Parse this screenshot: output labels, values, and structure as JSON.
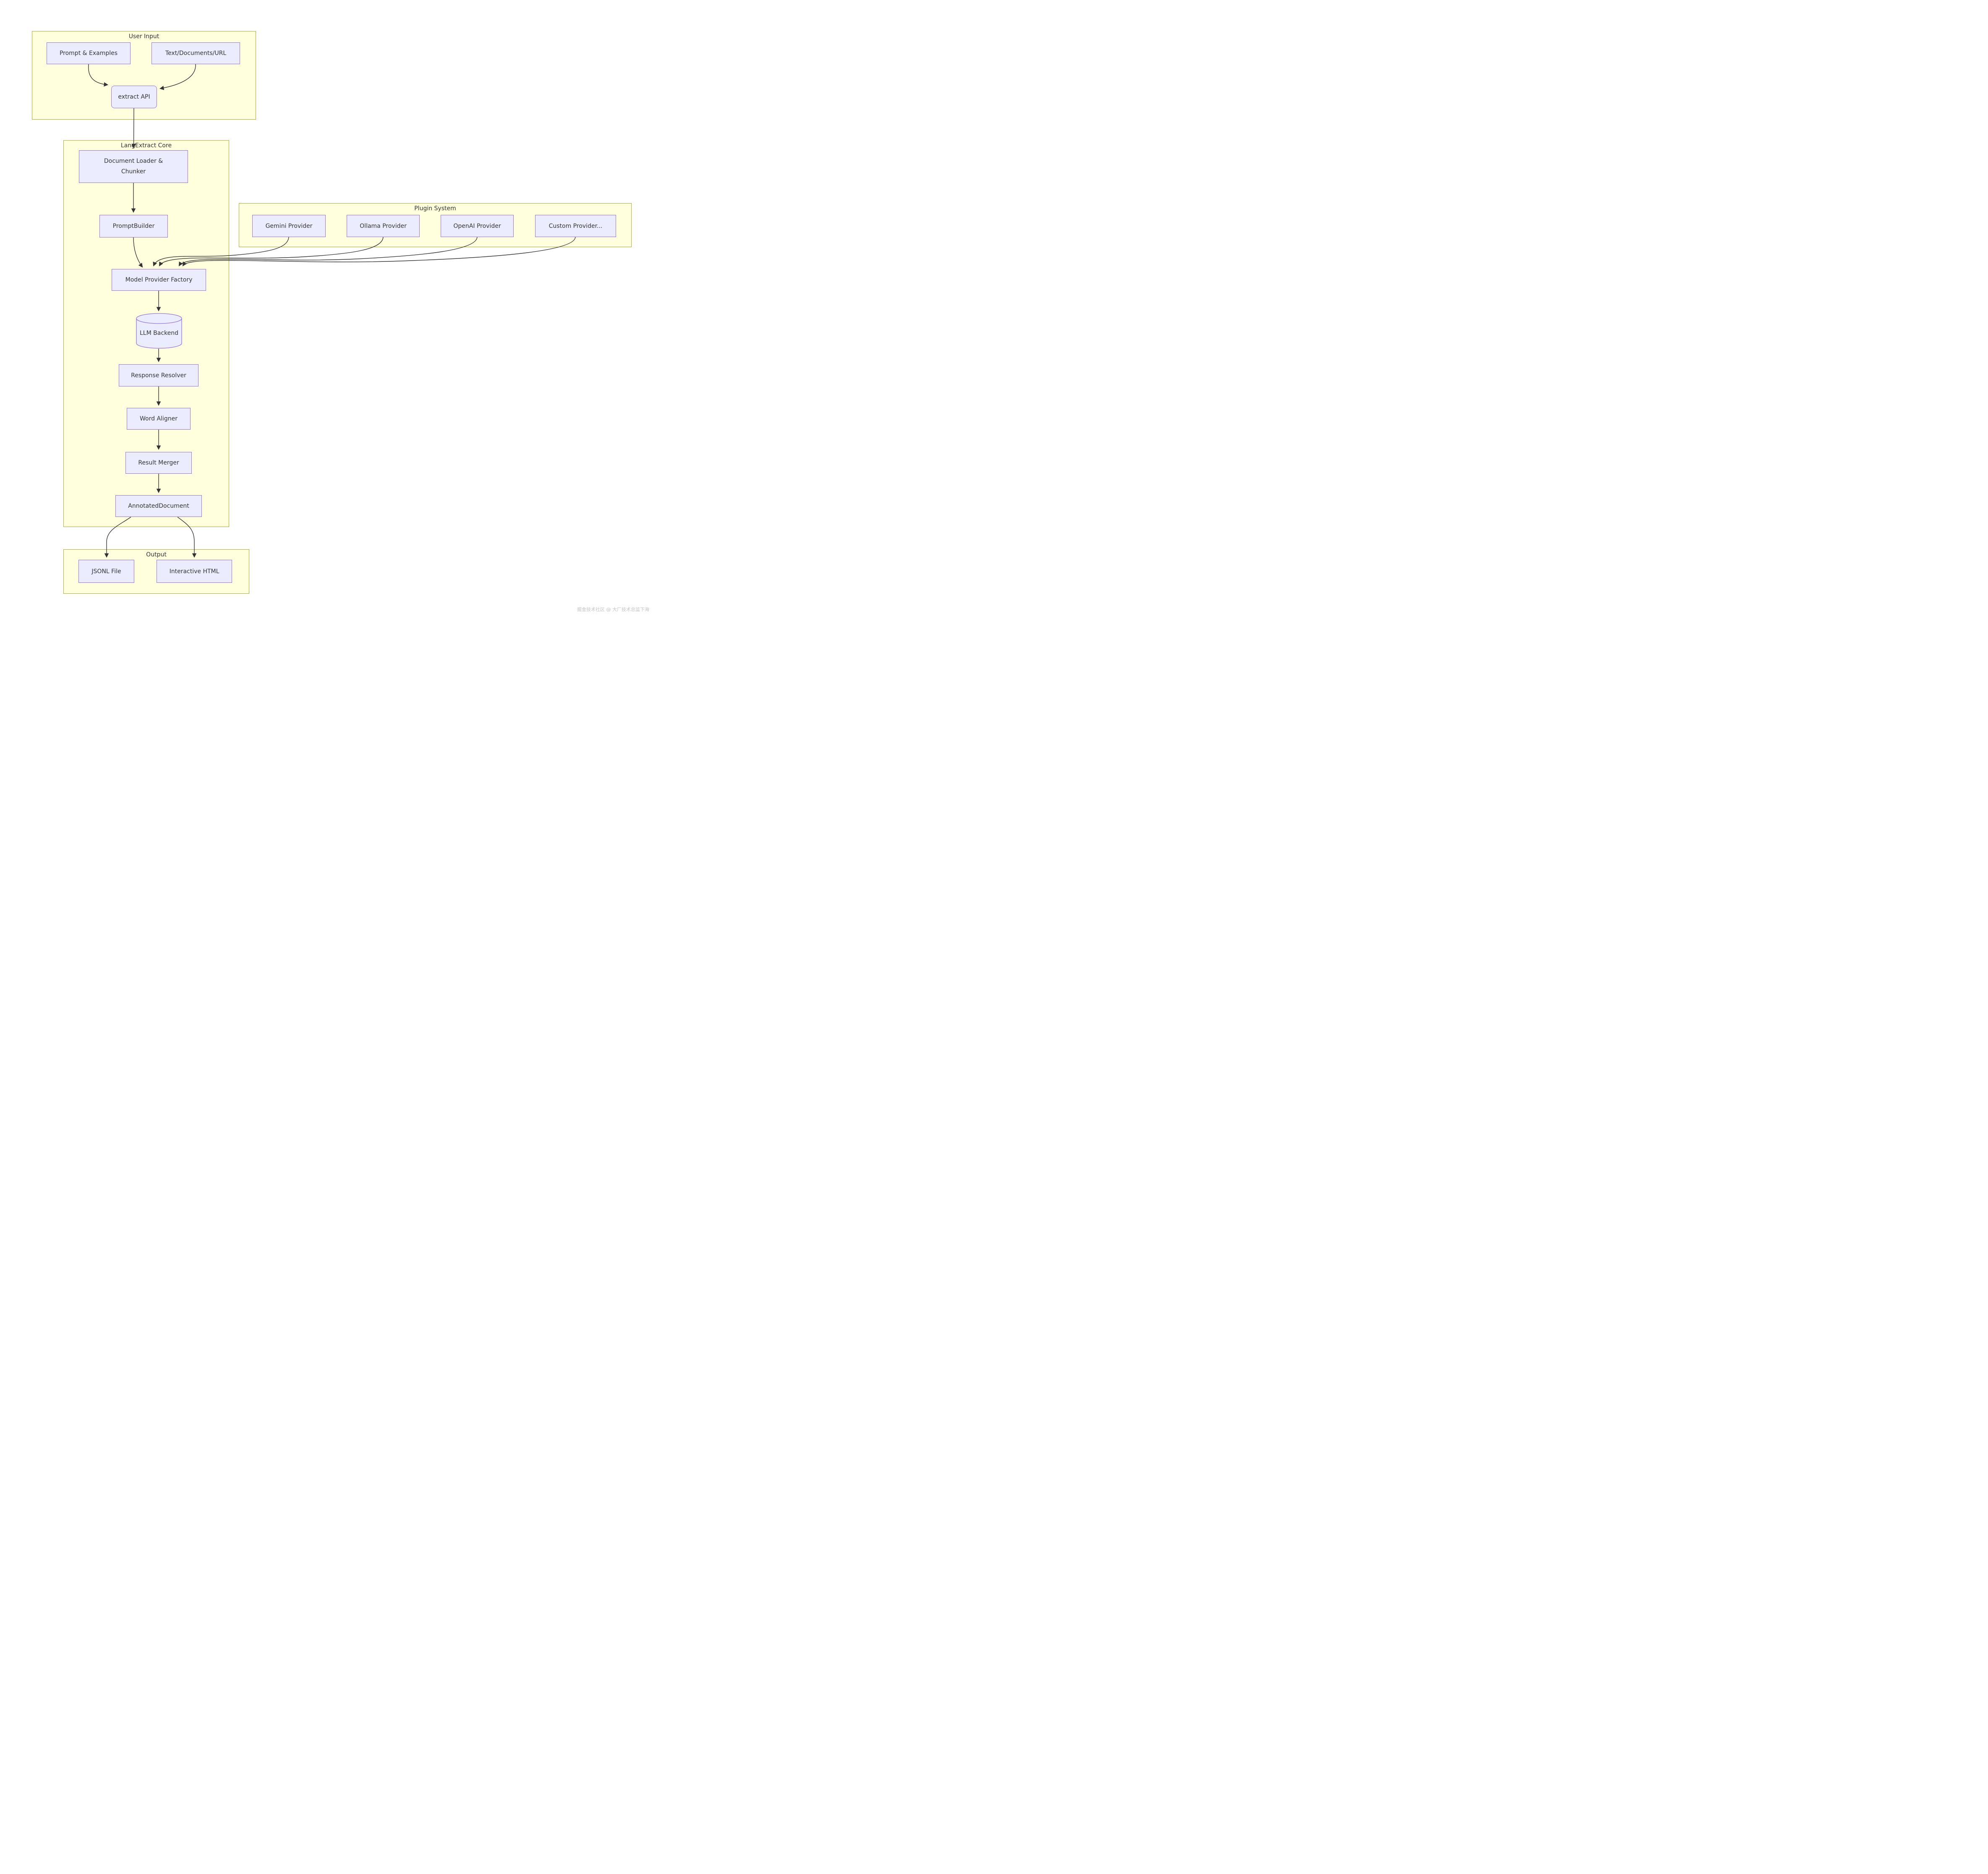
{
  "diagram": {
    "groups": {
      "user_input": {
        "title": "User Input"
      },
      "langextract_core": {
        "title": "LangExtract Core"
      },
      "plugin_system": {
        "title": "Plugin System"
      },
      "output": {
        "title": "Output"
      }
    },
    "nodes": {
      "prompt_examples": {
        "label": "Prompt & Examples"
      },
      "text_documents_url": {
        "label": "Text/Documents/URL"
      },
      "extract_api": {
        "label": "extract API"
      },
      "document_loader": {
        "line1": "Document Loader &",
        "line2": "Chunker"
      },
      "promptbuilder": {
        "label": "PromptBuilder"
      },
      "gemini_provider": {
        "label": "Gemini Provider"
      },
      "ollama_provider": {
        "label": "Ollama Provider"
      },
      "openai_provider": {
        "label": "OpenAI Provider"
      },
      "custom_provider": {
        "label": "Custom Provider..."
      },
      "model_provider_factory": {
        "label": "Model Provider Factory"
      },
      "llm_backend": {
        "label": "LLM Backend"
      },
      "response_resolver": {
        "label": "Response Resolver"
      },
      "word_aligner": {
        "label": "Word Aligner"
      },
      "result_merger": {
        "label": "Result Merger"
      },
      "annotated_document": {
        "label": "AnnotatedDocument"
      },
      "jsonl_file": {
        "label": "JSONL File"
      },
      "interactive_html": {
        "label": "Interactive HTML"
      }
    },
    "edges": [
      [
        "prompt_examples",
        "extract_api"
      ],
      [
        "text_documents_url",
        "extract_api"
      ],
      [
        "extract_api",
        "document_loader"
      ],
      [
        "document_loader",
        "promptbuilder"
      ],
      [
        "promptbuilder",
        "model_provider_factory"
      ],
      [
        "gemini_provider",
        "model_provider_factory"
      ],
      [
        "ollama_provider",
        "model_provider_factory"
      ],
      [
        "openai_provider",
        "model_provider_factory"
      ],
      [
        "custom_provider",
        "model_provider_factory"
      ],
      [
        "model_provider_factory",
        "llm_backend"
      ],
      [
        "llm_backend",
        "response_resolver"
      ],
      [
        "response_resolver",
        "word_aligner"
      ],
      [
        "word_aligner",
        "result_merger"
      ],
      [
        "result_merger",
        "annotated_document"
      ],
      [
        "annotated_document",
        "jsonl_file"
      ],
      [
        "annotated_document",
        "interactive_html"
      ]
    ],
    "colors": {
      "group_fill": "#ffffde",
      "group_border": "#aaaa33",
      "node_fill": "#ececff",
      "node_border": "#9370db",
      "edge": "#333333",
      "text": "#333333",
      "watermark": "#c4c4c4"
    },
    "watermark": "掘金技术社区 @ 大厂技术总监下海"
  }
}
